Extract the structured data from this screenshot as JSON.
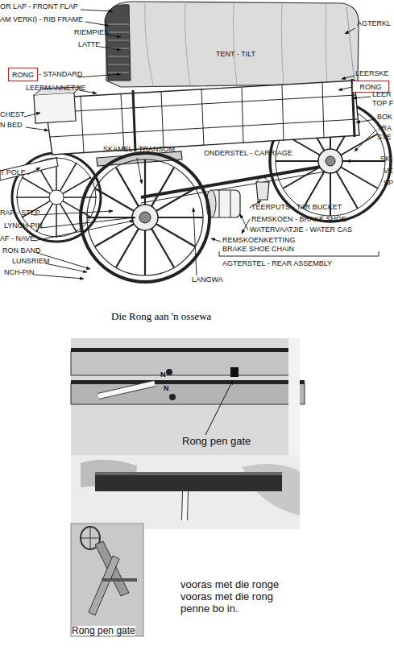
{
  "diagram": {
    "caption": "Die Rong aan 'n ossewa",
    "nodes": [
      {
        "text": [
          "RONG"
        ]
      },
      {
        "text": [
          "RONG"
        ]
      }
    ],
    "labels": [
      "OR LAP - FRONT FLAP",
      "AGTERKL",
      "AM VERKI) - RIB FRAME",
      "RIEMPIES",
      "LATTE",
      "TENT - TILT",
      "- STANDARD",
      "LEERSKE",
      "LEERMANNETJIE",
      "LEER",
      "TOP F",
      "CHEST",
      "BOK",
      "N BED",
      "TRA",
      "STE",
      "SKAMEL - TRANSOM",
      "ONDERSTEL - CARRIAGE",
      "SK",
      "VE",
      "T POLE",
      "SP",
      "TEERPUTS - TAR BUCKET",
      "RAP - STEP",
      "REMSKOEN - BRAKE SHOE",
      "LYNCH-PIN",
      "WATERVAATJIE - WATER CAS",
      "AF - NAVE",
      "REMSKOENKETTING",
      "BRAKE SHOE CHAIN",
      "RON BAND",
      "AGTERSTEL - REAR ASSEMBLY",
      "LUNSRIEM",
      "NCH-PIN",
      "LANGWA",
      "N",
      "N",
      "Rong pen gate",
      "vooras met die ronge",
      "vooras met die rong",
      "penne bo in.",
      "Rong pen gate"
    ]
  }
}
